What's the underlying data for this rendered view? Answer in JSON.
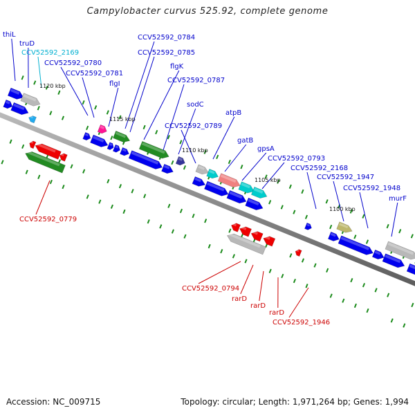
{
  "title": "Campylobacter curvus 525.92, complete genome",
  "footer": {
    "accession": "Accession: NC_009715",
    "summary": "Topology: circular; Length: 1,971,264 bp; Genes: 1,994"
  },
  "colors": {
    "blue": "#0000ee",
    "red": "#ee0000",
    "green": "#228b22",
    "grey": "#b8b8b8",
    "cyan": "#00cccc",
    "pink": "#ff1493",
    "salmon": "#f08080",
    "khaki": "#bdb76b",
    "navy": "#333399",
    "lightblue": "#22aaee",
    "label_blue": "#0000cc",
    "label_red": "#cc0000",
    "label_cyan": "#00b0d0"
  },
  "kbp_ticks": [
    "1120 kbp",
    "1115 kbp",
    "1110 kbp",
    "1105 kbp",
    "1100 kbp"
  ],
  "gene_labels": {
    "top": [
      {
        "name": "thiL",
        "color": "label_blue"
      },
      {
        "name": "truD",
        "color": "label_blue"
      },
      {
        "name": "CCV52592_2169",
        "color": "label_cyan"
      },
      {
        "name": "CCV52592_0780",
        "color": "label_blue"
      },
      {
        "name": "CCV52592_0781",
        "color": "label_blue"
      },
      {
        "name": "flgI",
        "color": "label_blue"
      },
      {
        "name": "CCV52592_0784",
        "color": "label_blue"
      },
      {
        "name": "CCV52592_0785",
        "color": "label_blue"
      },
      {
        "name": "flgK",
        "color": "label_blue"
      },
      {
        "name": "CCV52592_0787",
        "color": "label_blue"
      },
      {
        "name": "sodC",
        "color": "label_blue"
      },
      {
        "name": "atpB",
        "color": "label_blue"
      },
      {
        "name": "CCV52592_0789",
        "color": "label_blue"
      },
      {
        "name": "gatB",
        "color": "label_blue"
      },
      {
        "name": "gpsA",
        "color": "label_blue"
      },
      {
        "name": "CCV52592_0793",
        "color": "label_blue"
      },
      {
        "name": "CCV52592_2168",
        "color": "label_blue"
      },
      {
        "name": "CCV52592_1947",
        "color": "label_blue"
      },
      {
        "name": "CCV52592_1948",
        "color": "label_blue"
      },
      {
        "name": "murF",
        "color": "label_blue"
      }
    ],
    "bottom": [
      {
        "name": "CCV52592_0779",
        "color": "label_red"
      },
      {
        "name": "CCV52592_0794",
        "color": "label_red"
      },
      {
        "name": "rarD",
        "color": "label_red"
      },
      {
        "name": "rarD",
        "color": "label_red"
      },
      {
        "name": "rarD",
        "color": "label_red"
      },
      {
        "name": "CCV52592_1946",
        "color": "label_red"
      }
    ]
  }
}
